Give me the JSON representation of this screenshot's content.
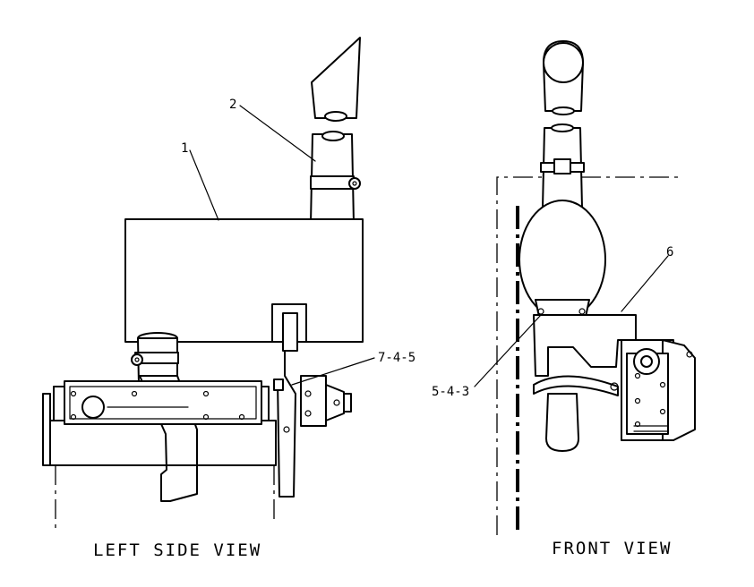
{
  "callouts": {
    "c1": "1",
    "c2": "2",
    "c6": "6",
    "c745": "7-4-5",
    "c543": "5-4-3"
  },
  "views": {
    "left": "LEFT  SIDE  VIEW",
    "front": "FRONT  VIEW"
  }
}
